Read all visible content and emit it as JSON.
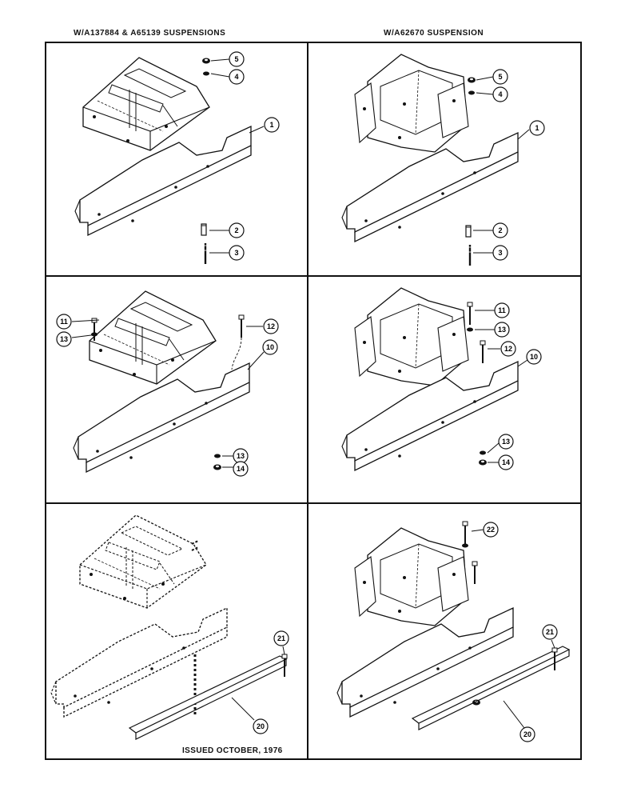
{
  "headers": {
    "left": "W/A137884 &  A65139 SUSPENSIONS",
    "right": "W/A62670 SUSPENSION"
  },
  "footer": {
    "issued": "ISSUED OCTOBER, 1976"
  },
  "callouts": {
    "p1": [
      "5",
      "4",
      "1",
      "2",
      "3"
    ],
    "p2": [
      "5",
      "4",
      "1",
      "2",
      "3"
    ],
    "p3": [
      "11",
      "13",
      "12",
      "10",
      "13",
      "14"
    ],
    "p4": [
      "11",
      "13",
      "12",
      "10",
      "13",
      "14"
    ],
    "p5": [
      "21",
      "20"
    ],
    "p6": [
      "22",
      "21",
      "20"
    ]
  }
}
